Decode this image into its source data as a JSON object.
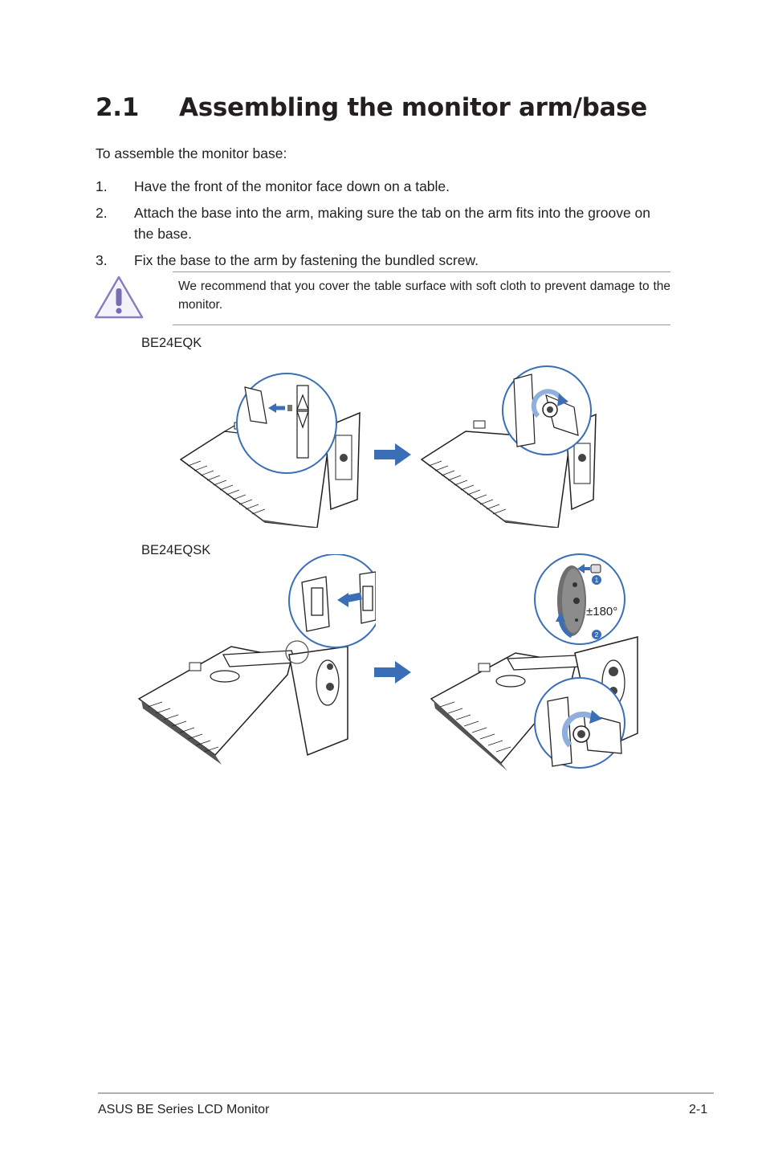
{
  "section": {
    "number": "2.1",
    "title": "Assembling the monitor arm/base"
  },
  "intro": "To assemble the monitor base:",
  "steps": [
    {
      "num": "1.",
      "text": "Have the front of the monitor face down on a table."
    },
    {
      "num": "2.",
      "text": "Attach the base into the arm, making sure the tab on the arm fits into the groove on the base."
    },
    {
      "num": "3.",
      "text": "Fix the base to the arm by fastening the bundled screw."
    }
  ],
  "note": {
    "icon": "caution-triangle-icon",
    "text": "We recommend that you cover the table surface with soft cloth to prevent damage to the monitor."
  },
  "figures": [
    {
      "model": "BE24EQK"
    },
    {
      "model": "BE24EQSK",
      "callout_1": "1",
      "callout_2": "2",
      "rotation_label": "±180°"
    }
  ],
  "colors": {
    "accent": "#3a6fb7",
    "caution": "#7b6bb0",
    "line": "#231f20"
  },
  "footer": {
    "left": "ASUS BE Series LCD Monitor",
    "right": "2-1"
  }
}
